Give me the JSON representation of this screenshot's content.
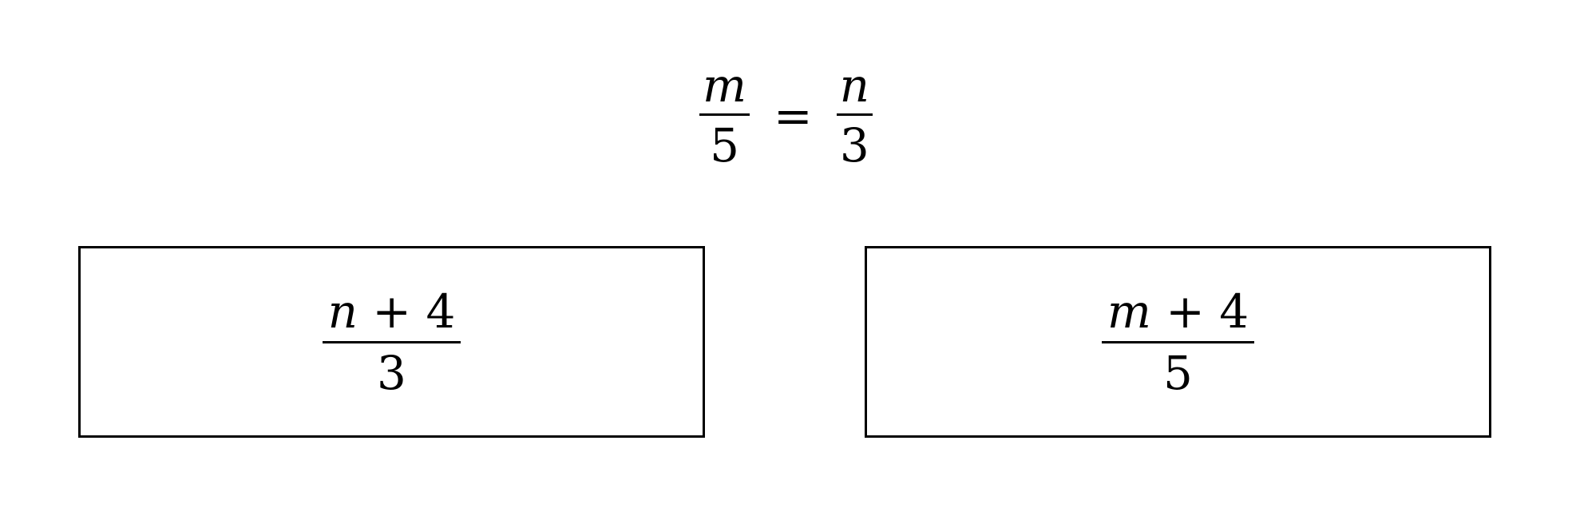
{
  "equation": {
    "left": {
      "numerator": "m",
      "denominator": "5"
    },
    "operator": "=",
    "right": {
      "numerator": "n",
      "denominator": "3"
    }
  },
  "choices": [
    {
      "numerator": {
        "variable": "n",
        "rest": " + 4"
      },
      "denominator": "3"
    },
    {
      "numerator": {
        "variable": "m",
        "rest": " + 4"
      },
      "denominator": "5"
    }
  ]
}
